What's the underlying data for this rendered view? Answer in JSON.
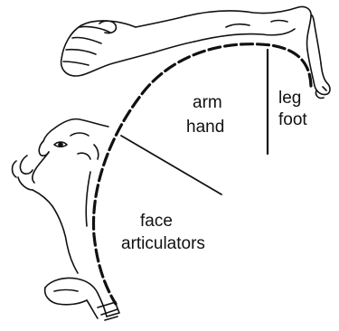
{
  "labels": {
    "arm": "arm",
    "hand": "hand",
    "leg": "leg",
    "foot": "foot",
    "face": "face",
    "articulators": "articulators"
  },
  "colors": {
    "ink": "#111111",
    "background": "#ffffff"
  }
}
